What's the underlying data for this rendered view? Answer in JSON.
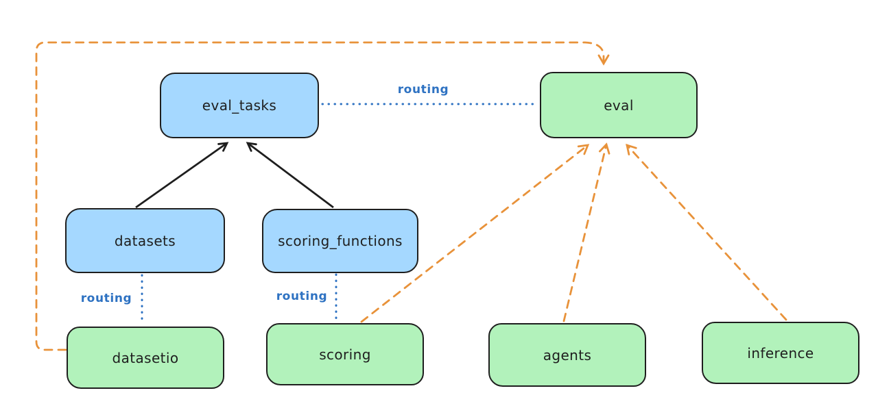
{
  "diagram": {
    "background_color": "#ffffff",
    "colors": {
      "api_box_fill": "#a5d8ff",
      "provider_box_fill": "#b2f2bb",
      "box_stroke": "#1e1e1e",
      "solid_arrow": "#1e1e1e",
      "routing_blue": "#2e72c2",
      "provider_orange": "#e8923a"
    },
    "nodes": [
      {
        "id": "eval_tasks",
        "label": "eval_tasks",
        "kind": "api"
      },
      {
        "id": "eval",
        "label": "eval",
        "kind": "provider"
      },
      {
        "id": "datasets",
        "label": "datasets",
        "kind": "api"
      },
      {
        "id": "scoring_functions",
        "label": "scoring_functions",
        "kind": "api"
      },
      {
        "id": "datasetio",
        "label": "datasetio",
        "kind": "provider"
      },
      {
        "id": "scoring",
        "label": "scoring",
        "kind": "provider"
      },
      {
        "id": "agents",
        "label": "agents",
        "kind": "provider"
      },
      {
        "id": "inference",
        "label": "inference",
        "kind": "provider"
      }
    ],
    "edges": [
      {
        "from": "datasets",
        "to": "eval_tasks",
        "style": "solid-black-arrow",
        "label": ""
      },
      {
        "from": "scoring_functions",
        "to": "eval_tasks",
        "style": "solid-black-arrow",
        "label": ""
      },
      {
        "from": "eval_tasks",
        "to": "eval",
        "style": "dotted-blue",
        "label": "routing"
      },
      {
        "from": "datasets",
        "to": "datasetio",
        "style": "dotted-blue",
        "label": "routing"
      },
      {
        "from": "scoring_functions",
        "to": "scoring",
        "style": "dotted-blue",
        "label": "routing"
      },
      {
        "from": "datasetio",
        "to": "eval",
        "style": "dashed-orange-arrow",
        "label": ""
      },
      {
        "from": "scoring",
        "to": "eval",
        "style": "dashed-orange-arrow",
        "label": ""
      },
      {
        "from": "agents",
        "to": "eval",
        "style": "dashed-orange-arrow",
        "label": ""
      },
      {
        "from": "inference",
        "to": "eval",
        "style": "dashed-orange-arrow",
        "label": ""
      }
    ]
  }
}
